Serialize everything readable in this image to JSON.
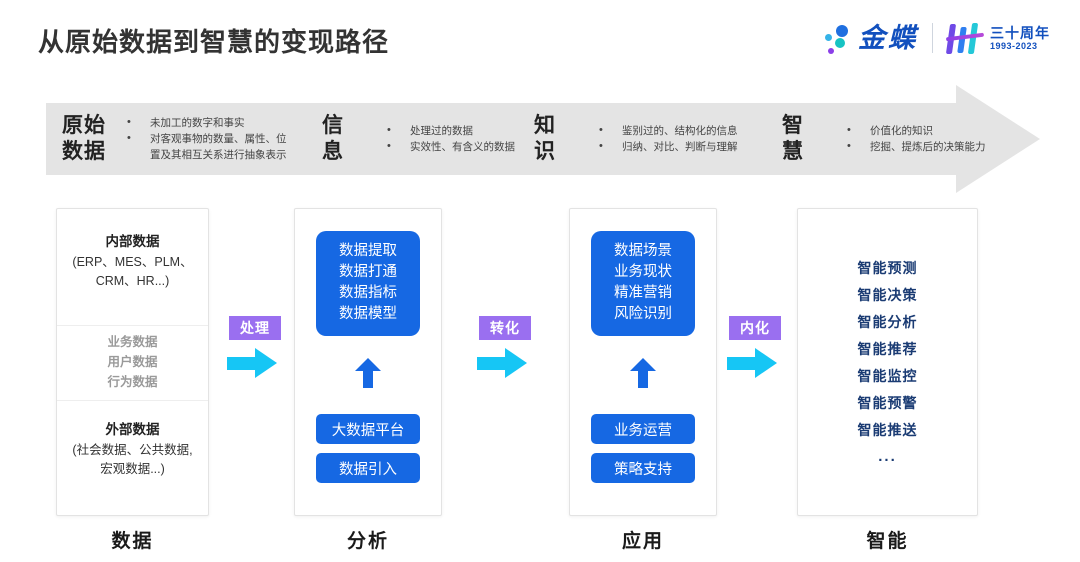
{
  "header": {
    "title": "从原始数据到智慧的变现路径",
    "brand_name": "金蝶",
    "anniversary_cn": "三十周年",
    "anniversary_years": "1993-2023",
    "brand_color": "#1250be",
    "accent_blue": "#1668e3",
    "accent_purple": "#9a6ff0",
    "accent_cyan": "#16c6f5"
  },
  "banner": {
    "background": "#e4e4e4",
    "stages": [
      {
        "term": "原始数据",
        "term_line1": "原始",
        "term_line2": "数据",
        "bullets": [
          "未加工的数字和事实",
          "对客观事物的数量、属性、位",
          "置及其相互关系进行抽象表示"
        ]
      },
      {
        "term": "信息",
        "term_line1": "信",
        "term_line2": "息",
        "bullets": [
          "处理过的数据",
          "实效性、有含义的数据"
        ]
      },
      {
        "term": "知识",
        "term_line1": "知",
        "term_line2": "识",
        "bullets": [
          "鉴别过的、结构化的信息",
          "归纳、对比、判断与理解"
        ]
      },
      {
        "term": "智慧",
        "term_line1": "智",
        "term_line2": "慧",
        "bullets": [
          "价值化的知识",
          "挖掘、提炼后的决策能力"
        ]
      }
    ]
  },
  "columns": [
    {
      "footer_label": "数据",
      "section_top_title": "内部数据",
      "section_top_sub1": "(ERP、MES、PLM、",
      "section_top_sub2": "CRM、HR...)",
      "section_mid": [
        "业务数据",
        "用户数据",
        "行为数据"
      ],
      "section_bottom_title": "外部数据",
      "section_bottom_sub1": "(社会数据、公共数据,",
      "section_bottom_sub2": "宏观数据...)"
    },
    {
      "footer_label": "分析",
      "box_lines": [
        "数据提取",
        "数据打通",
        "数据指标",
        "数据模型"
      ],
      "pill1": "大数据平台",
      "pill2": "数据引入"
    },
    {
      "footer_label": "应用",
      "box_lines": [
        "数据场景",
        "业务现状",
        "精准营销",
        "风险识别"
      ],
      "pill1": "业务运营",
      "pill2": "策略支持"
    },
    {
      "footer_label": "智能",
      "smart_items": [
        "智能预测",
        "智能决策",
        "智能分析",
        "智能推荐",
        "智能监控",
        "智能预警",
        "智能推送"
      ],
      "smart_ellipsis": "..."
    }
  ],
  "connectors": [
    {
      "label": "处理"
    },
    {
      "label": "转化"
    },
    {
      "label": "内化"
    }
  ]
}
